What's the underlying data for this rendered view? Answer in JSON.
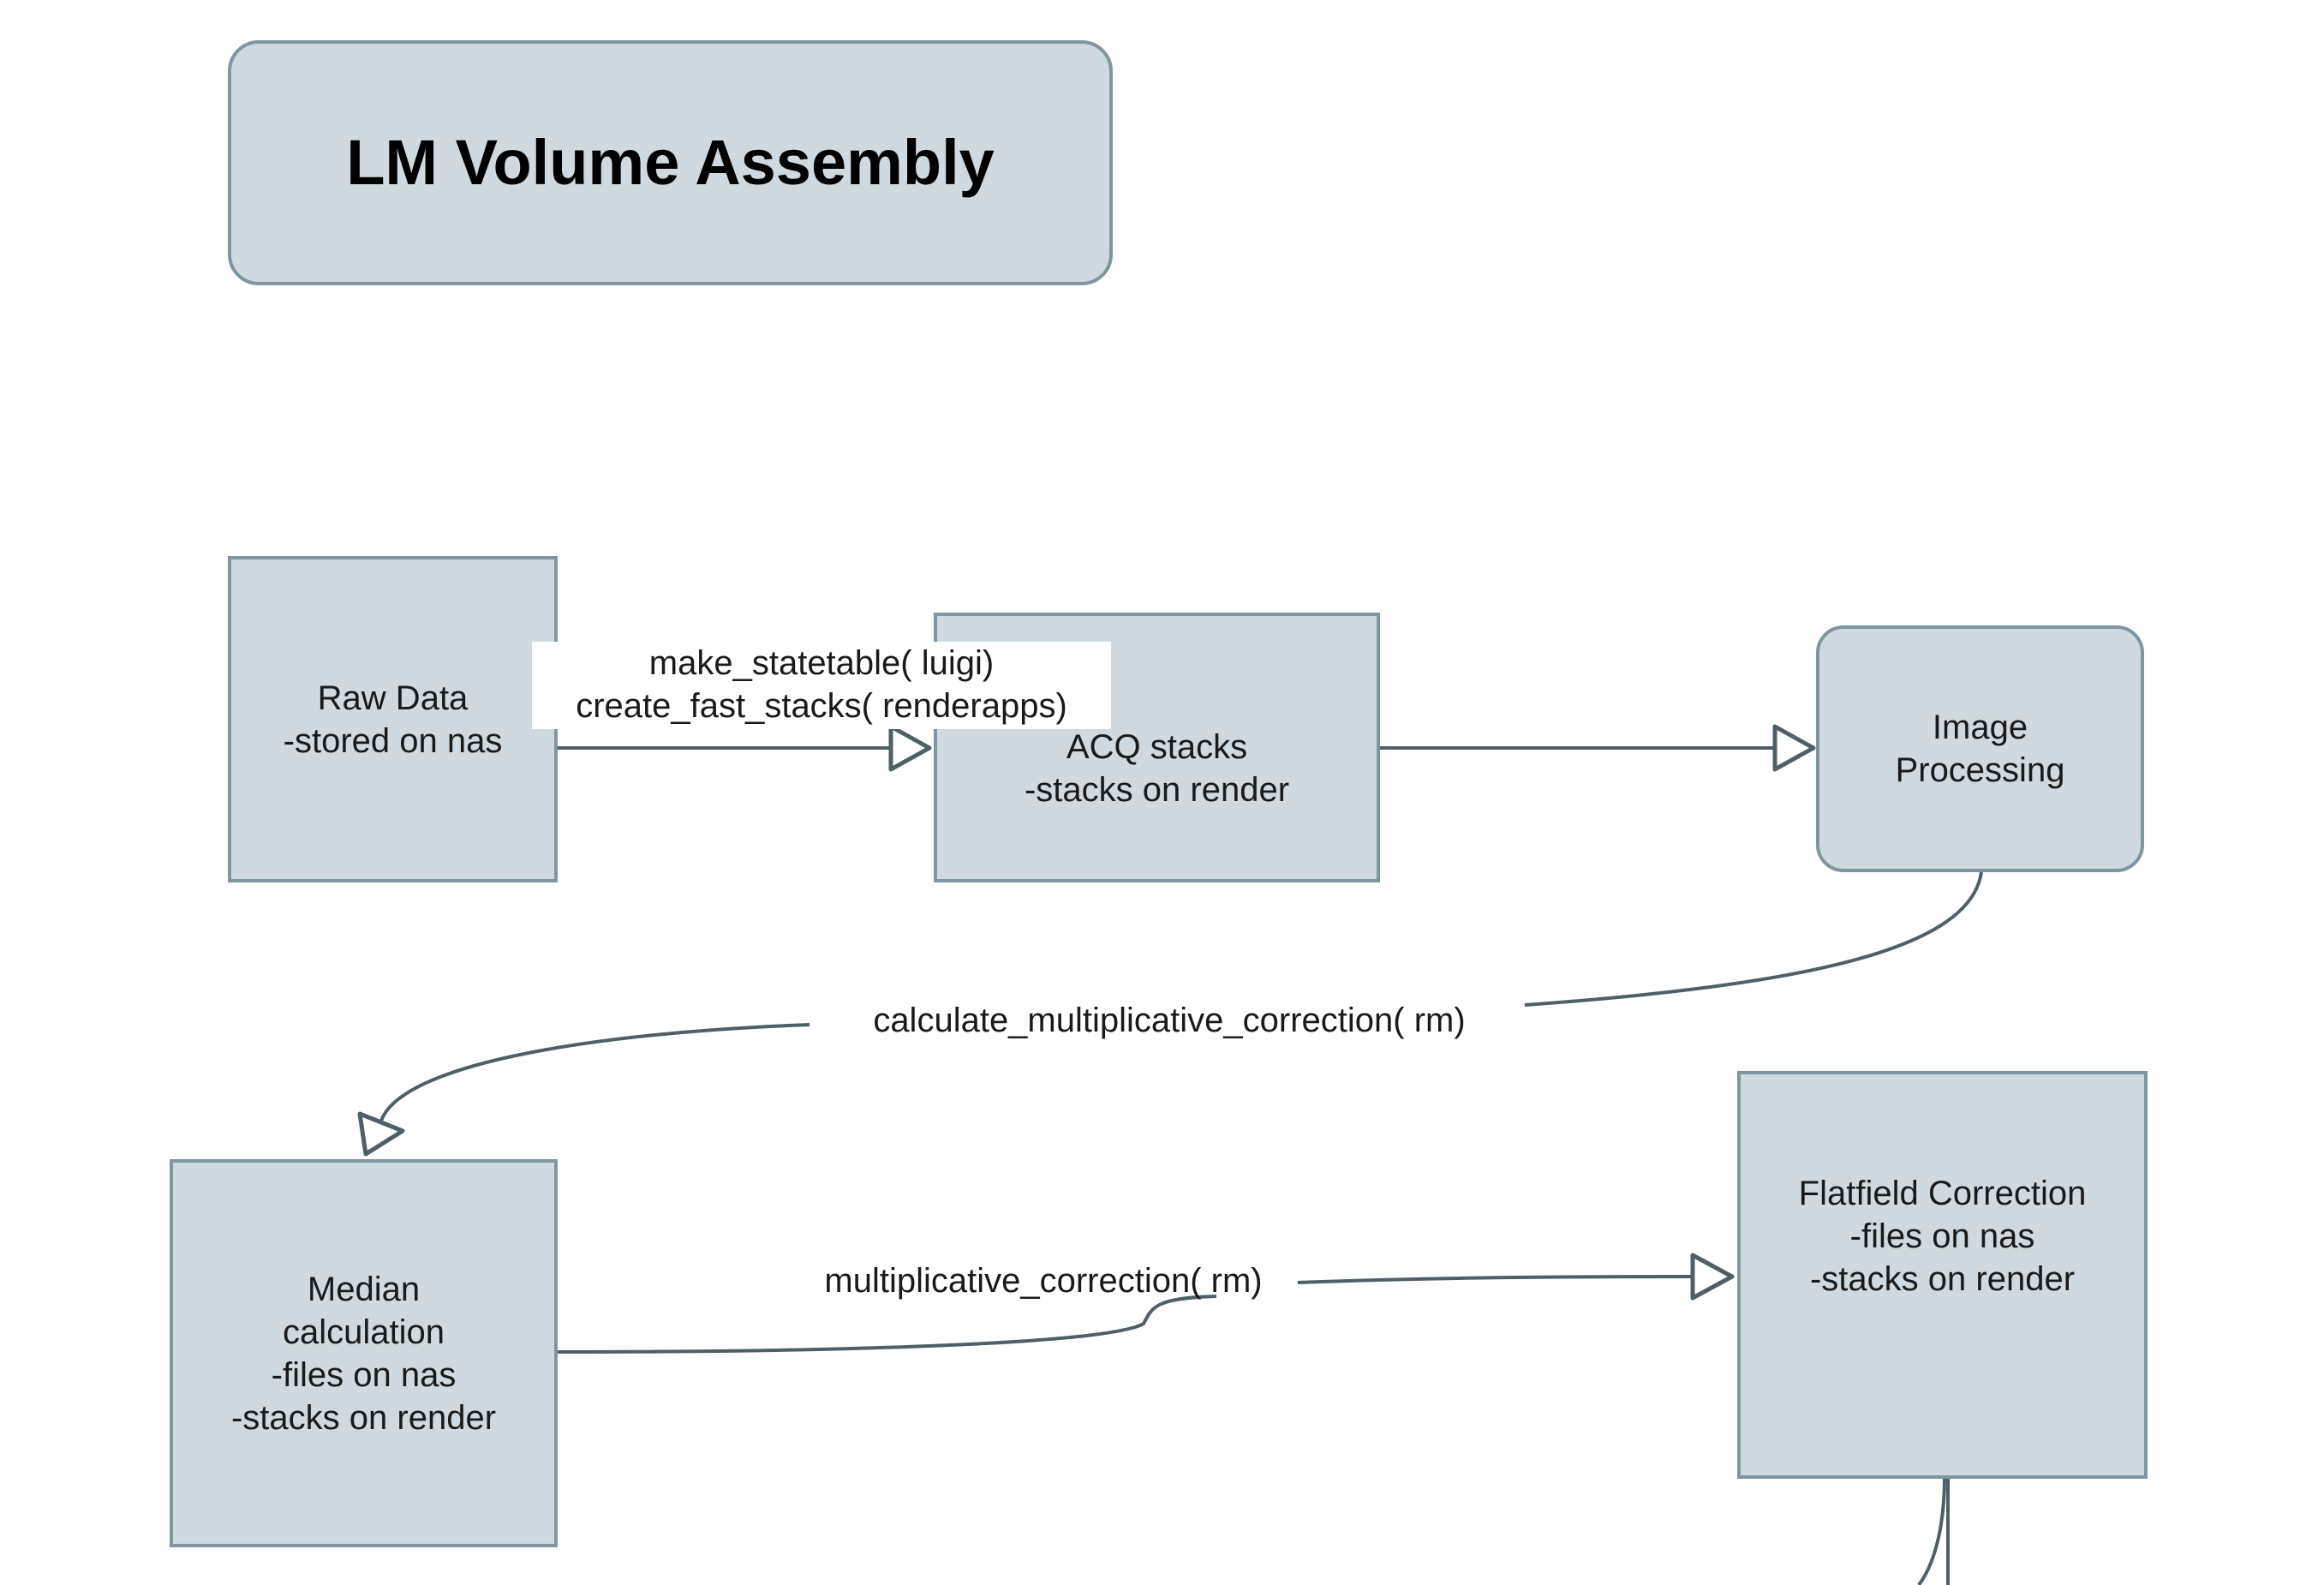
{
  "diagram": {
    "title": "LM Volume Assembly",
    "nodes": {
      "raw_data": "Raw Data\n-stored on nas",
      "acq_stacks": "ACQ stacks\n-stacks on render",
      "image_processing": "Image\nProcessing",
      "median_calculation": "Median\ncalculation\n-files on nas\n-stacks on render",
      "flatfield_correction": "Flatfield Correction\n-files on nas\n-stacks on render"
    },
    "edges": {
      "raw_to_acq": "make_statetable( luigi)\ncreate_fast_stacks( renderapps)",
      "image_to_median": "calculate_multiplicative_correction( rm)",
      "median_to_flatfield": "multiplicative_correction( rm)"
    }
  },
  "colors": {
    "node_fill": "#cfd9df",
    "node_border": "#7f959f",
    "edge": "#4f5f66",
    "background": "#ffffff"
  }
}
